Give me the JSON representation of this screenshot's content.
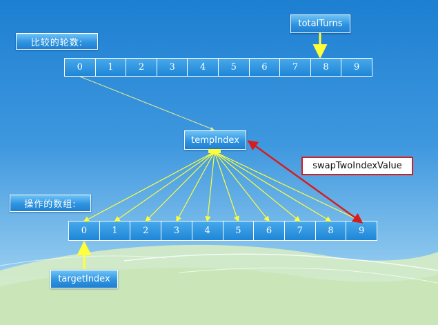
{
  "labels": {
    "rounds": "比较的轮数:",
    "array": "操作的数组:",
    "total_turns": "totalTurns",
    "temp_index": "tempIndex",
    "target_index": "targetIndex",
    "swap": "swapTwoIndexValue"
  },
  "rounds_array": [
    "0",
    "1",
    "2",
    "3",
    "4",
    "5",
    "6",
    "7",
    "8",
    "9"
  ],
  "operate_array": [
    "0",
    "1",
    "2",
    "3",
    "4",
    "5",
    "6",
    "7",
    "8",
    "9"
  ],
  "colors": {
    "arrow_yellow": "#ffff3a",
    "connector_yellow": "#e9f08c",
    "swap_red": "#d81c1c"
  }
}
